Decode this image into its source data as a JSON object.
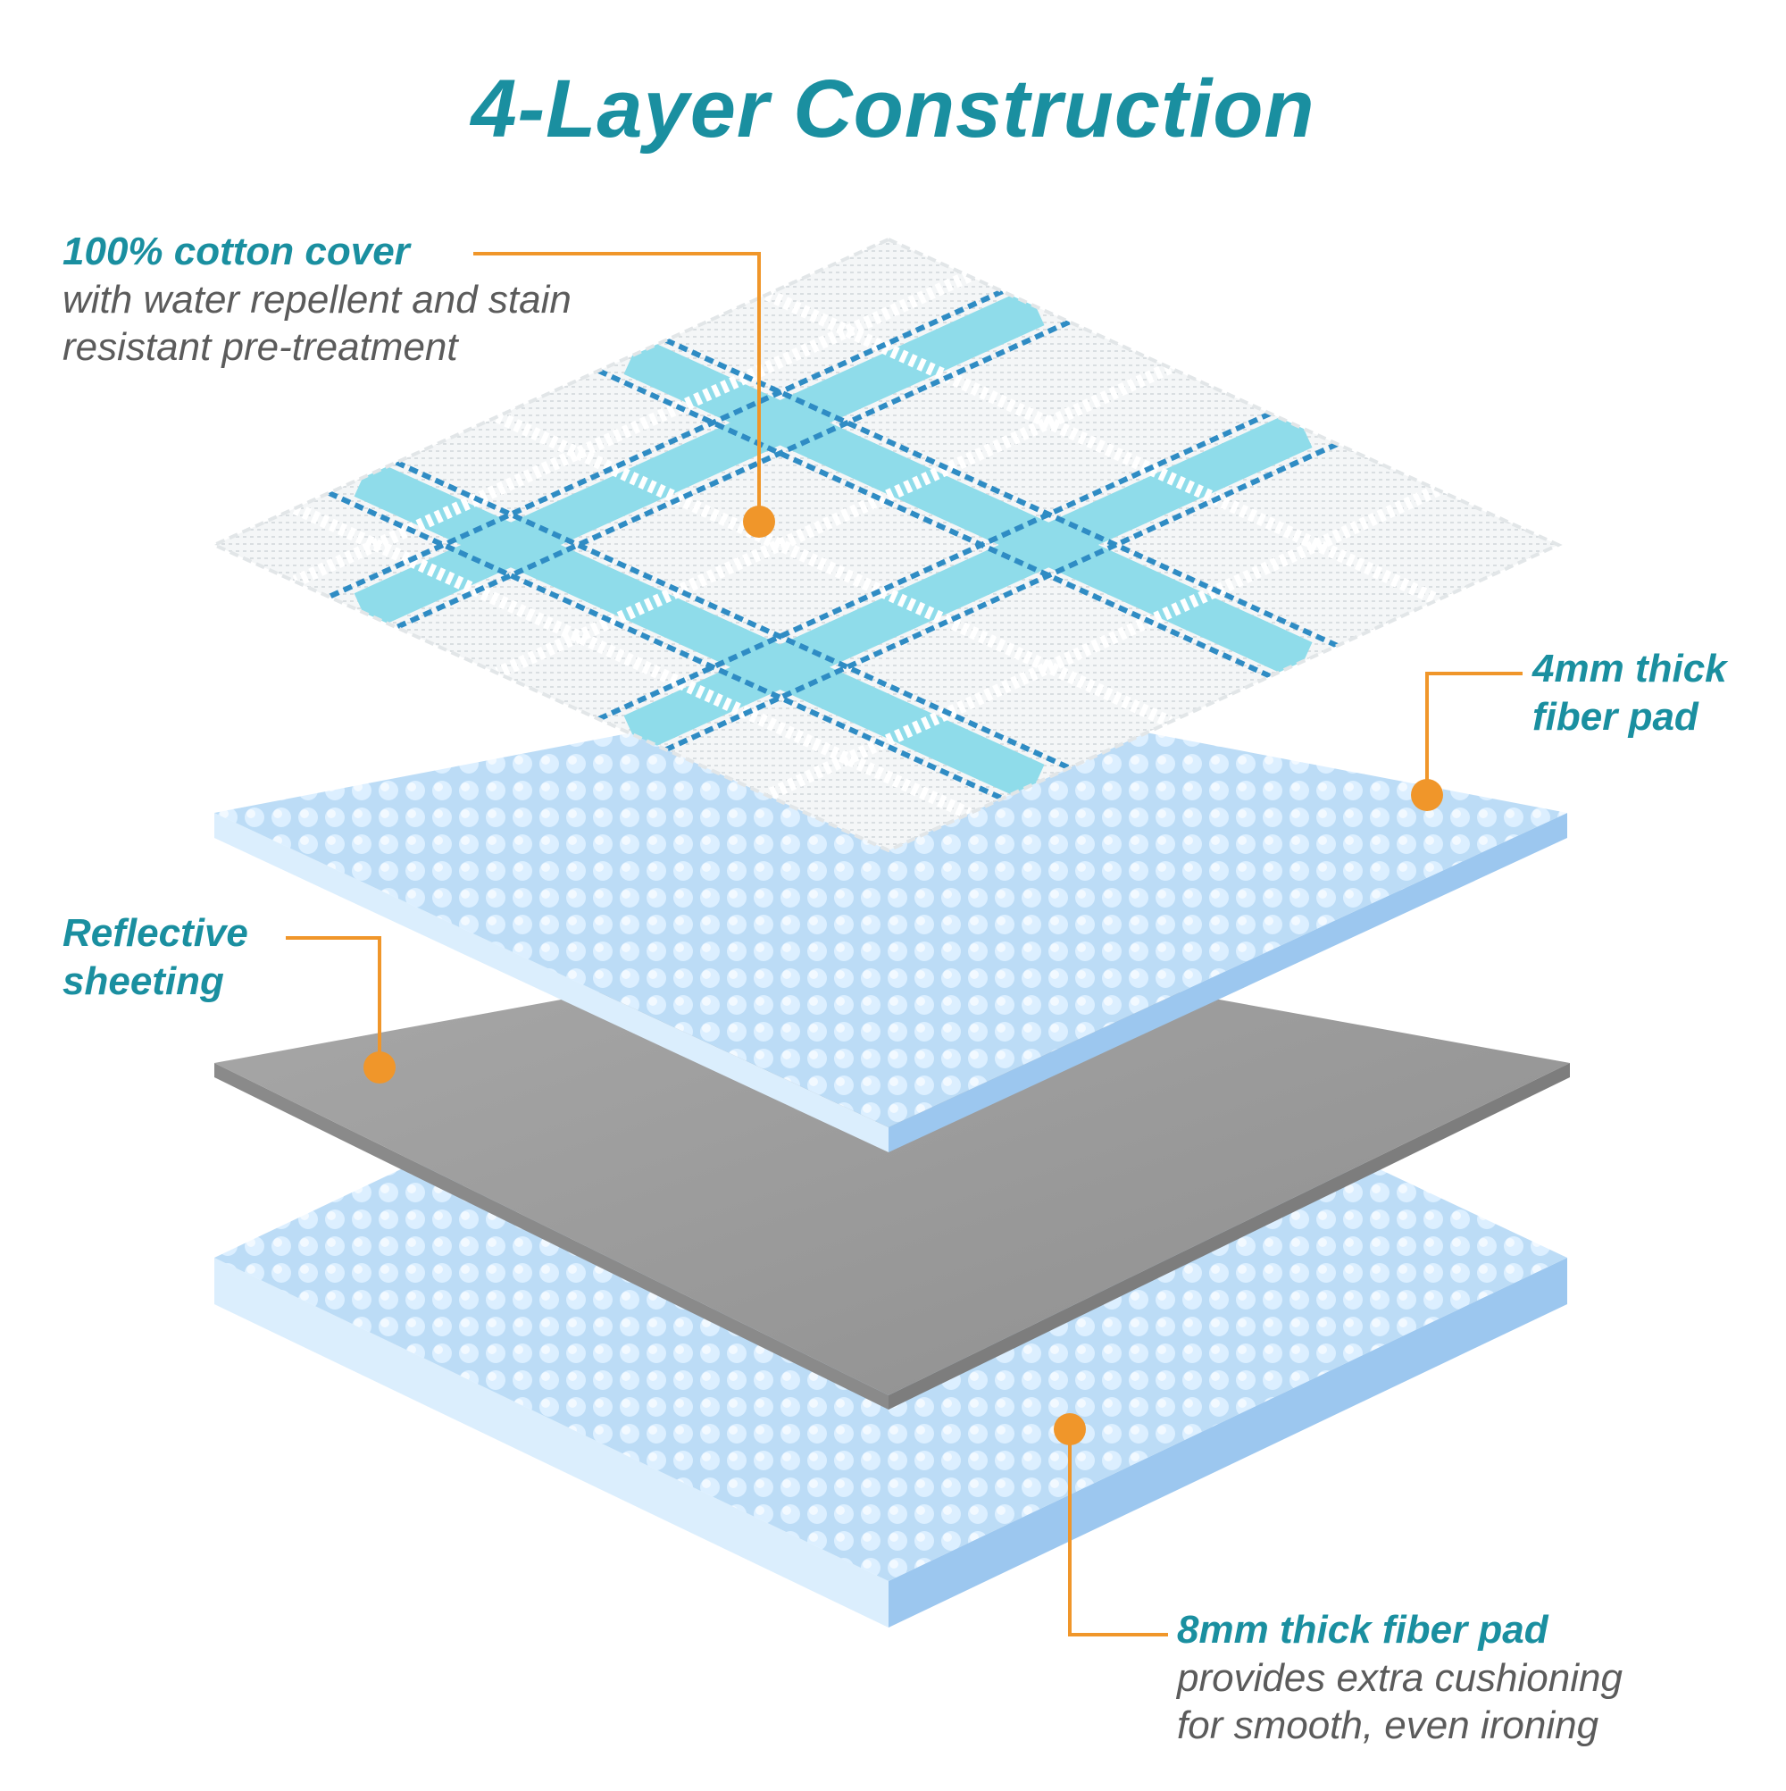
{
  "title": "4-Layer Construction",
  "colors": {
    "accent_teal": "#1a8fa0",
    "callout_orange": "#f0962a",
    "description_gray": "#5b5b5b",
    "fiber_pad_blue": "#bcdcf6",
    "reflective_gray": "#9c9c9c",
    "plaid_blue": "#2f8cc4",
    "plaid_aqua": "#8fdcea"
  },
  "layers": [
    {
      "heading": "100% cotton cover",
      "description_lines": [
        "with water repellent and stain",
        "resistant pre-treatment"
      ]
    },
    {
      "heading_lines": [
        "4mm thick",
        "fiber pad"
      ]
    },
    {
      "heading_lines": [
        "Reflective",
        "sheeting"
      ]
    },
    {
      "heading": "8mm thick fiber pad",
      "description_lines": [
        "provides extra cushioning",
        "for smooth, even ironing"
      ]
    }
  ]
}
